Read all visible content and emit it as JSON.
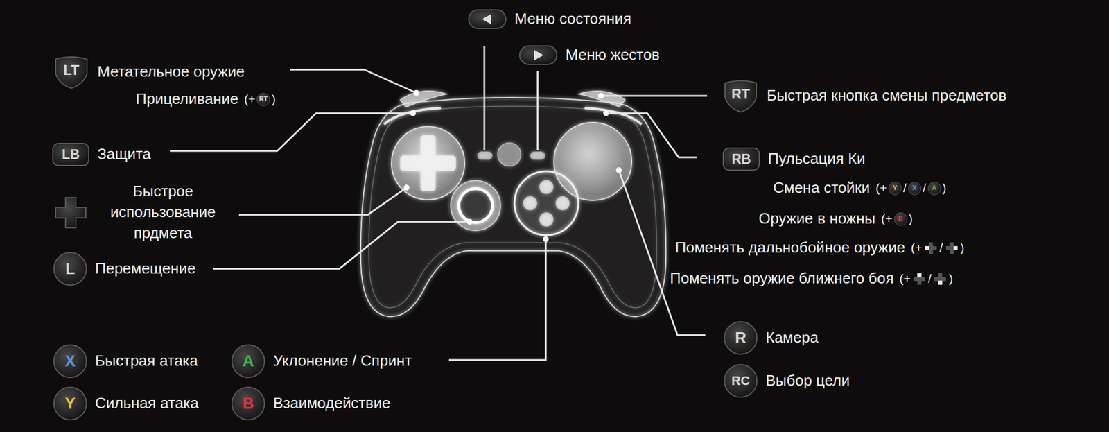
{
  "diagram": {
    "nodes": [
      {
        "text": [
          "LT"
        ]
      },
      {
        "text": [
          "RT"
        ]
      },
      {
        "text": [
          "LB"
        ]
      },
      {
        "text": [
          "L"
        ]
      },
      {
        "text": [
          "X"
        ]
      },
      {
        "text": [
          "Y"
        ]
      },
      {
        "text": [
          "A"
        ]
      },
      {
        "text": [
          "B"
        ]
      },
      {
        "text": [
          "RT"
        ]
      },
      {
        "text": [
          "RB"
        ]
      },
      {
        "text": [
          "Y"
        ]
      },
      {
        "text": [
          "X"
        ]
      },
      {
        "text": [
          "A"
        ]
      },
      {
        "text": [
          "B"
        ]
      },
      {
        "text": [
          "R"
        ]
      },
      {
        "text": [
          "RC"
        ]
      }
    ],
    "labels": [
      "Меню состояния",
      "Меню жестов",
      "Метательное оружие",
      "Прицеливание",
      "(+",
      ")",
      "Защита",
      "Быстрое использование прдмета",
      "Перемещение",
      "Быстрая атака",
      "Уклонение / Спринт",
      "Сильная атака",
      "Взаимодействие",
      "Быстрая кнопка смены предметов",
      "Пульсация Ки",
      "Смена стойки",
      "(+",
      "/",
      "/",
      ")",
      "Оружие в ножны",
      "(+",
      ")",
      "Поменять дальнобойное оружие",
      "(+",
      "/",
      ")",
      "Поменять оружие ближнего боя",
      "(+",
      "/",
      ")",
      "Камера",
      "Выбор цели"
    ]
  }
}
